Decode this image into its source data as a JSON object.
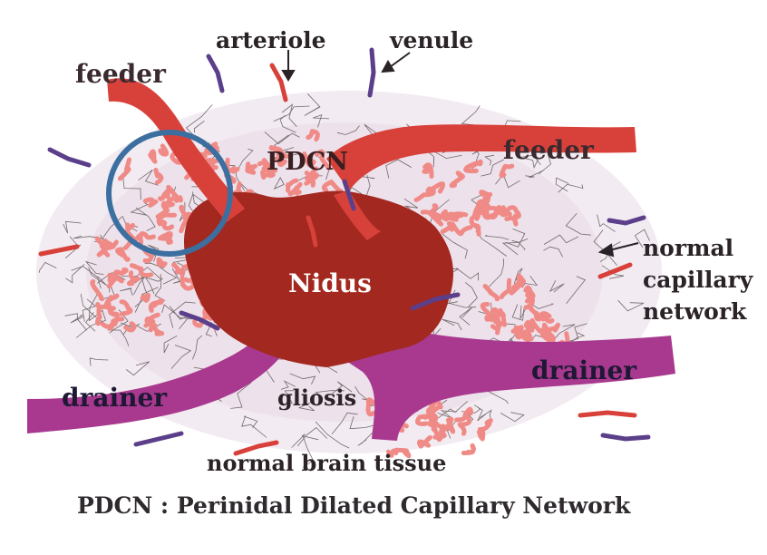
{
  "labels": {
    "feeder_left": "feeder",
    "arteriole": "arteriole",
    "venule": "venule",
    "feeder_right": "feeder",
    "pdcn": "PDCN",
    "nidus": "Nidus",
    "normal_capillary_network": "normal\ncapillary\nnetwork",
    "drainer_left": "drainer",
    "drainer_right": "drainer",
    "gliosis": "gliosis",
    "normal_brain_tissue": "normal brain tissue"
  },
  "caption": "PDCN : Perinidal Dilated Capillary Network",
  "colors": {
    "artery": "#d8413a",
    "capillary": "#f08a86",
    "nidus": "#a3281f",
    "drainer": "#a8398f",
    "vein": "#5b3f8a",
    "highlight_circle": "#3c6fa0",
    "network_line": "#4a4040",
    "halo": "#eee4ec"
  }
}
